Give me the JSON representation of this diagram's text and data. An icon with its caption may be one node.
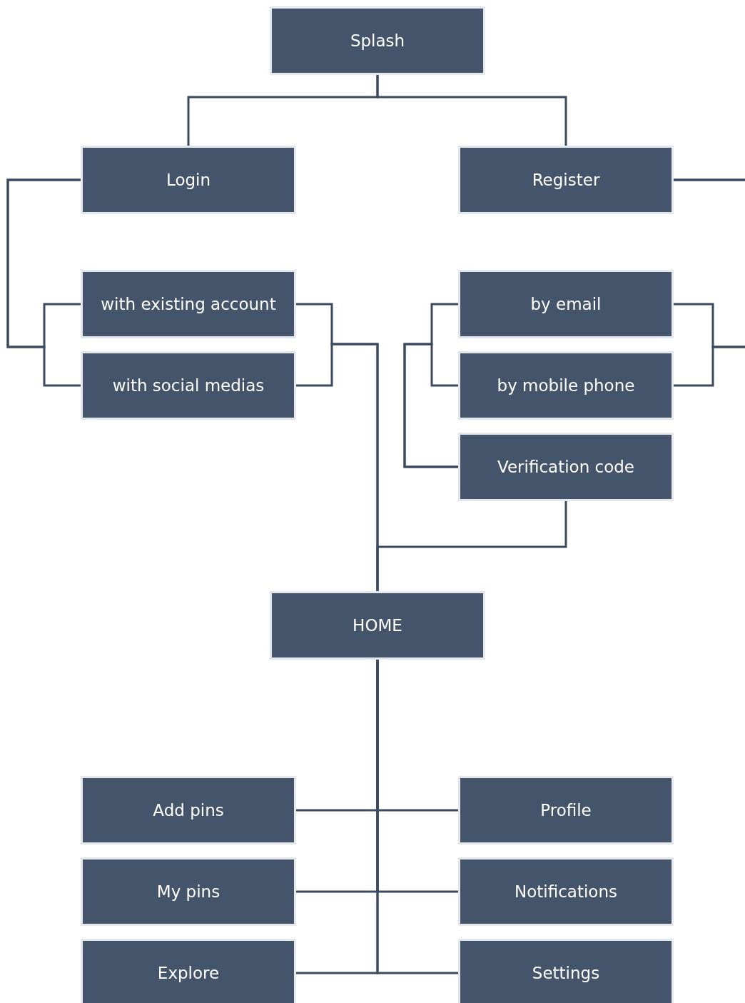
{
  "diagram": {
    "nodes": [
      {
        "text": [
          "Splash"
        ]
      },
      {
        "text": [
          "Login"
        ]
      },
      {
        "text": [
          "Register"
        ]
      },
      {
        "text": [
          "with existing account"
        ]
      },
      {
        "text": [
          "with social medias"
        ]
      },
      {
        "text": [
          "by email"
        ]
      },
      {
        "text": [
          "by mobile phone"
        ]
      },
      {
        "text": [
          "Verification code"
        ]
      },
      {
        "text": [
          "HOME"
        ]
      },
      {
        "text": [
          "Add pins"
        ]
      },
      {
        "text": [
          "Profile"
        ]
      },
      {
        "text": [
          "My pins"
        ]
      },
      {
        "text": [
          "Notifications"
        ]
      },
      {
        "text": [
          "Explore"
        ]
      },
      {
        "text": [
          "Settings"
        ]
      }
    ],
    "edges": [
      {
        "from": 0,
        "to": 1,
        "arrow": "none"
      },
      {
        "from": 0,
        "to": 2,
        "arrow": "none"
      },
      {
        "from": 1,
        "to": 3,
        "arrow": "none"
      },
      {
        "from": 1,
        "to": 4,
        "arrow": "none"
      },
      {
        "from": 2,
        "to": 5,
        "arrow": "none"
      },
      {
        "from": 2,
        "to": 6,
        "arrow": "none"
      },
      {
        "from": 3,
        "to": 8,
        "arrow": "none"
      },
      {
        "from": 4,
        "to": 8,
        "arrow": "none"
      },
      {
        "from": 5,
        "to": 7,
        "arrow": "none"
      },
      {
        "from": 6,
        "to": 7,
        "arrow": "none"
      },
      {
        "from": 7,
        "to": 8,
        "arrow": "none"
      },
      {
        "from": 8,
        "to": 9,
        "arrow": "none"
      },
      {
        "from": 8,
        "to": 10,
        "arrow": "none"
      },
      {
        "from": 8,
        "to": 11,
        "arrow": "none"
      },
      {
        "from": 8,
        "to": 12,
        "arrow": "none"
      },
      {
        "from": 8,
        "to": 13,
        "arrow": "none"
      },
      {
        "from": 8,
        "to": 14,
        "arrow": "none"
      }
    ]
  }
}
